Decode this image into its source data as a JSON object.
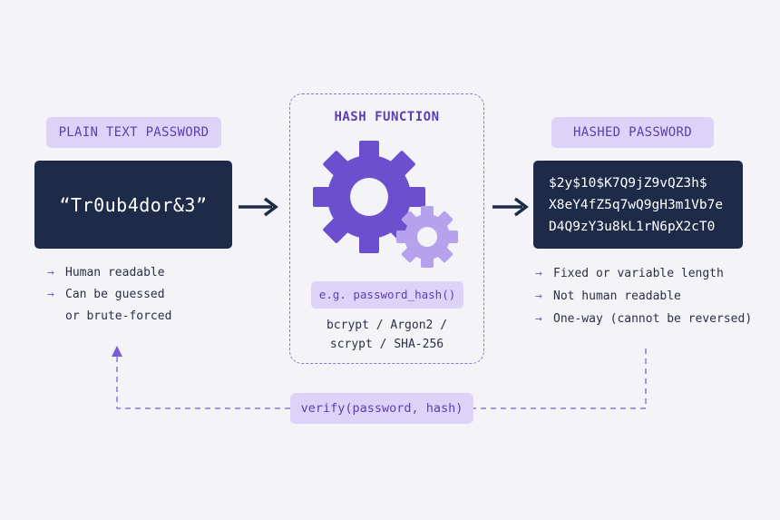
{
  "plain": {
    "tag": "PLAIN TEXT PASSWORD",
    "value": "“Tr0ub4dor&3”",
    "notes": [
      "Human readable",
      "Can be guessed"
    ],
    "notes_cont": "or brute-forced"
  },
  "hash_function": {
    "title": "HASH FUNCTION",
    "example": "e.g. password_hash()",
    "algos_line1": "bcrypt / Argon2 /",
    "algos_line2": "scrypt / SHA-256",
    "icon": "gear-icon"
  },
  "hashed": {
    "tag": "HASHED PASSWORD",
    "lines": [
      "$2y$10$K7Q9jZ9vQZ3h$",
      "X8eY4fZ5q7wQ9gH3m1Vb7e",
      "D4Q9zY3u8kL1rN6pX2cT0"
    ],
    "notes": [
      "Fixed or variable length",
      "Not human readable",
      "One-way (cannot be reversed)"
    ]
  },
  "verify": {
    "label": "verify(password, hash)"
  },
  "colors": {
    "accent": "#7b5cd6",
    "panel": "#1d2b49",
    "tag_bg": "#ddd3f8",
    "background": "#f4f4f8"
  },
  "glyphs": {
    "arrow": "→"
  }
}
